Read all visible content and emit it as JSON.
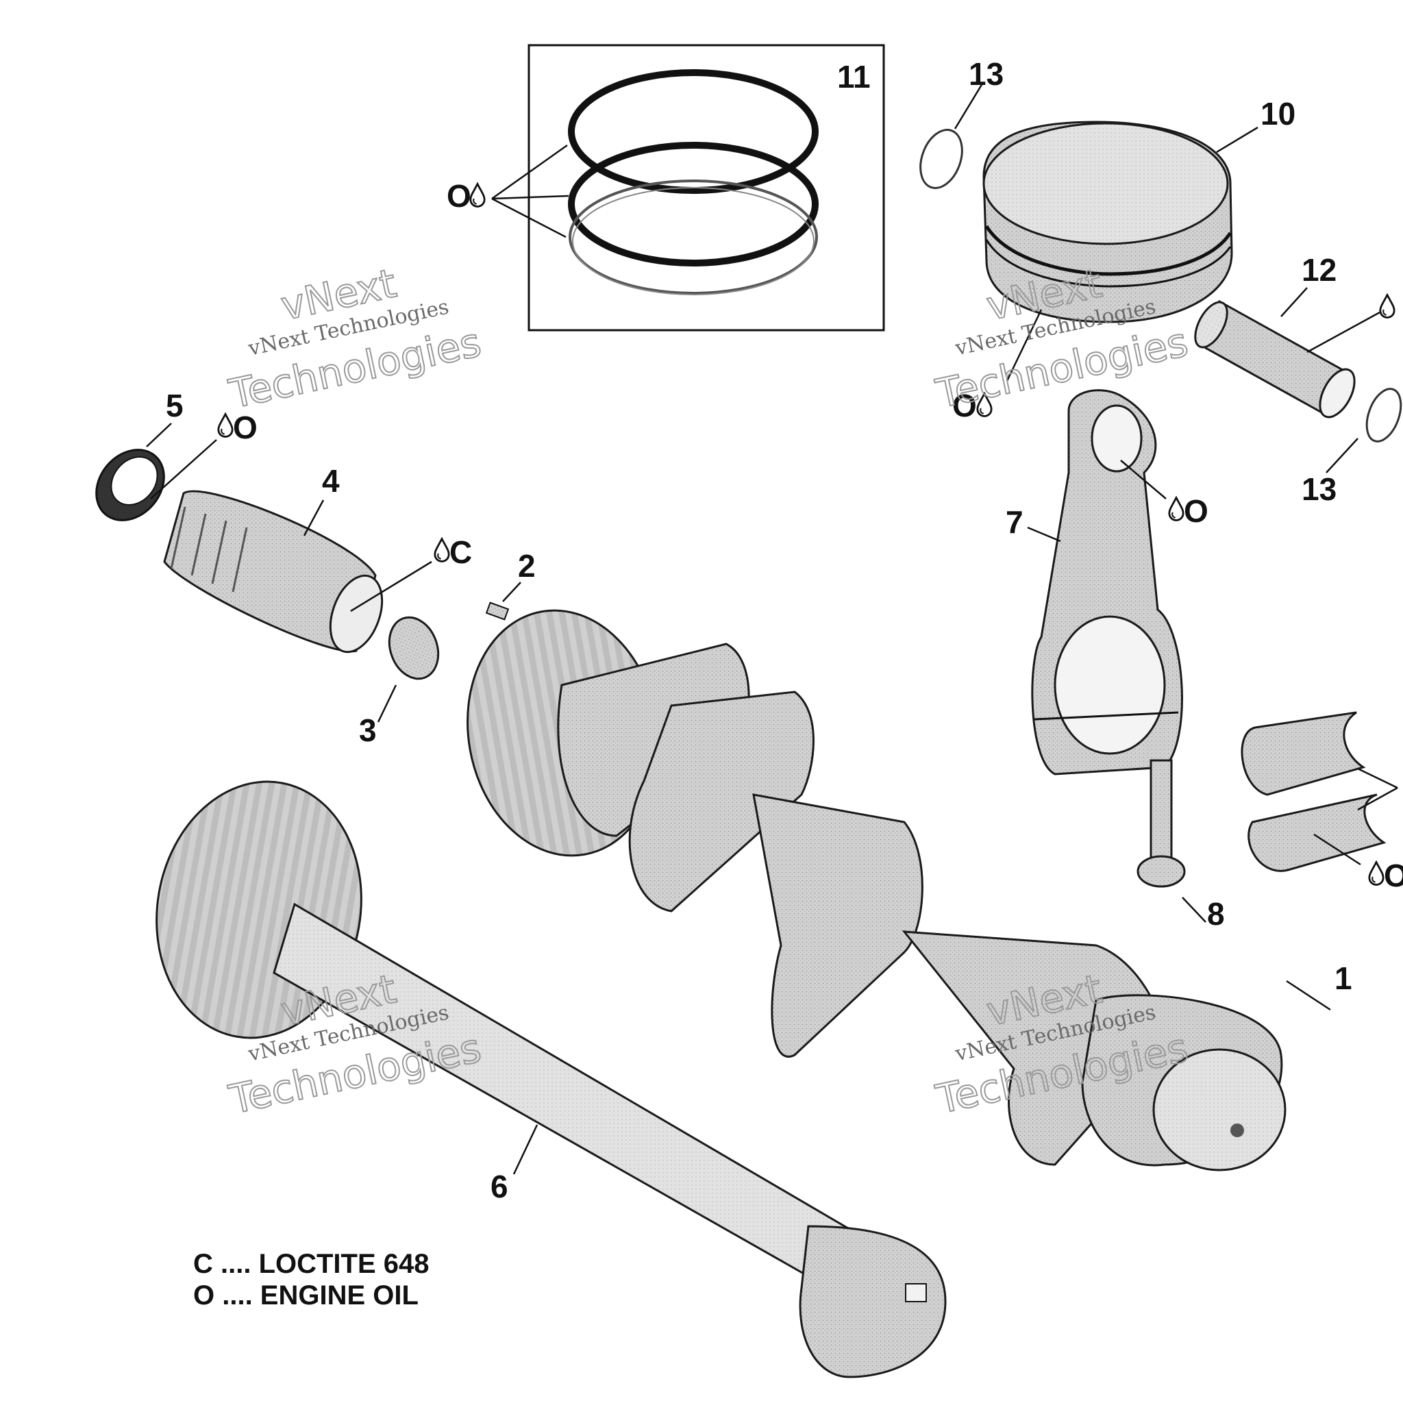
{
  "callouts": {
    "c1": "1",
    "c2": "2",
    "c3": "3",
    "c4": "4",
    "c5": "5",
    "c6": "6",
    "c7": "7",
    "c8": "8",
    "c10": "10",
    "c11": "11",
    "c12": "12",
    "c13a": "13",
    "c13b": "13"
  },
  "symbols": {
    "oil": "O",
    "loctite": "C"
  },
  "legend": {
    "line1": "C .... LOCTITE 648",
    "line2": "O .... ENGINE OIL"
  },
  "watermark": {
    "line_small": "vNext Technologies",
    "line_big1": "vNext",
    "line_big2": "Technologies"
  },
  "icons": {
    "drop": "oil-drop-icon"
  },
  "colors": {
    "ink": "#111111",
    "part_fill": "#cfcfcf",
    "watermark": "#9a9a9a"
  }
}
